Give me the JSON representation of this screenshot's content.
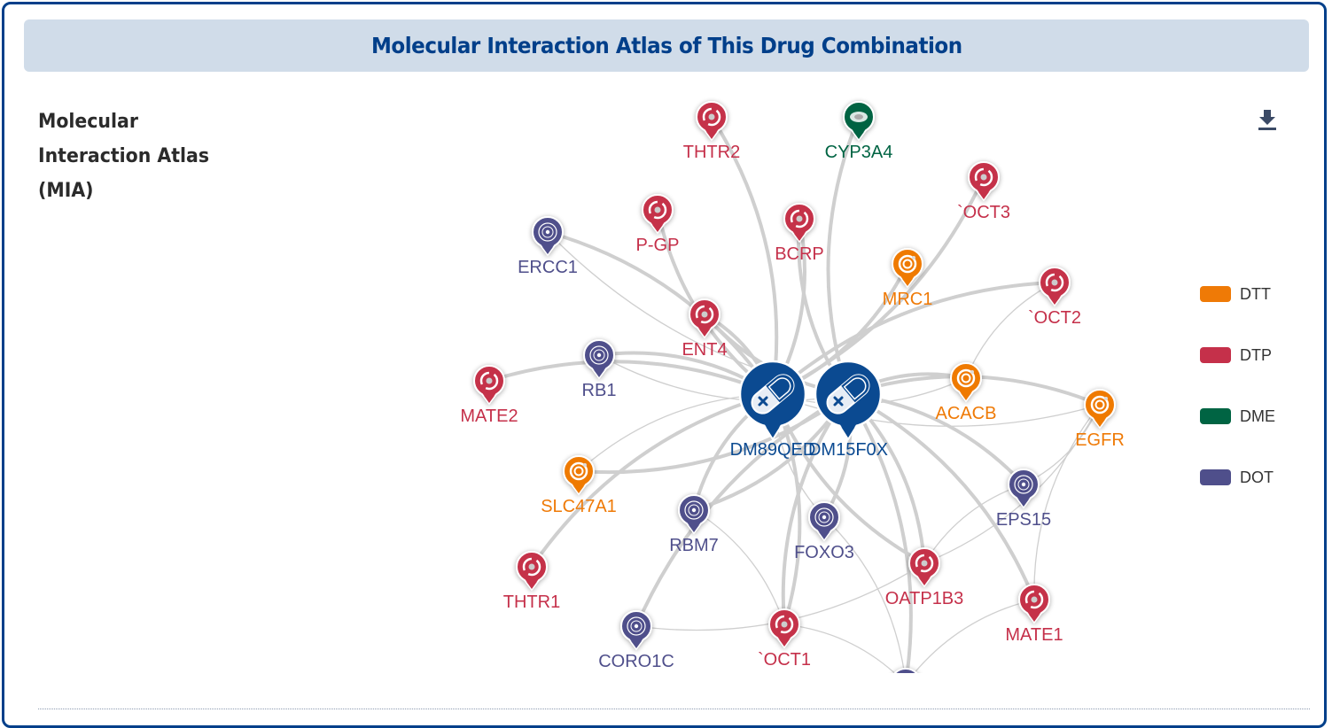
{
  "header": {
    "title": "Molecular Interaction Atlas of This Drug Combination"
  },
  "section": {
    "title": "Molecular Interaction Atlas (MIA)",
    "title_lines": [
      "Molecular",
      "Interaction Atlas",
      "(MIA)"
    ]
  },
  "toolbar": {
    "download_icon": "download-icon"
  },
  "colors": {
    "DTT": "#ef7a06",
    "DTP": "#c5304a",
    "DME": "#006443",
    "DOT": "#4f4f8b",
    "drug": "#0b4a91",
    "edge": "#cfcfcf"
  },
  "legend": [
    {
      "key": "DTT",
      "label": "DTT"
    },
    {
      "key": "DTP",
      "label": "DTP"
    },
    {
      "key": "DME",
      "label": "DME"
    },
    {
      "key": "DOT",
      "label": "DOT"
    }
  ],
  "graph": {
    "drugs": [
      {
        "id": "DM89QED",
        "label": "DM89QED"
      },
      {
        "id": "DM15F0X",
        "label": "DM15F0X"
      }
    ],
    "nodes": [
      {
        "id": "THTR2",
        "label": "THTR2",
        "type": "DTP"
      },
      {
        "id": "CYP3A4",
        "label": "CYP3A4",
        "type": "DME"
      },
      {
        "id": "OCT3",
        "label": "`OCT3",
        "type": "DTP"
      },
      {
        "id": "PGP",
        "label": "P-GP",
        "type": "DTP"
      },
      {
        "id": "BCRP",
        "label": "BCRP",
        "type": "DTP"
      },
      {
        "id": "ERCC1",
        "label": "ERCC1",
        "type": "DOT"
      },
      {
        "id": "MRC1",
        "label": "MRC1",
        "type": "DTT"
      },
      {
        "id": "OCT2",
        "label": "`OCT2",
        "type": "DTP"
      },
      {
        "id": "ENT4",
        "label": "ENT4",
        "type": "DTP"
      },
      {
        "id": "RB1",
        "label": "RB1",
        "type": "DOT"
      },
      {
        "id": "MATE2",
        "label": "MATE2",
        "type": "DTP"
      },
      {
        "id": "ACACB",
        "label": "ACACB",
        "type": "DTT"
      },
      {
        "id": "EGFR",
        "label": "EGFR",
        "type": "DTT"
      },
      {
        "id": "SLC47A1",
        "label": "SLC47A1",
        "type": "DTT"
      },
      {
        "id": "RBM7",
        "label": "RBM7",
        "type": "DOT"
      },
      {
        "id": "FOXO3",
        "label": "FOXO3",
        "type": "DOT"
      },
      {
        "id": "EPS15",
        "label": "EPS15",
        "type": "DOT"
      },
      {
        "id": "THTR1",
        "label": "THTR1",
        "type": "DTP"
      },
      {
        "id": "OATP1B3",
        "label": "OATP1B3",
        "type": "DTP"
      },
      {
        "id": "MATE1",
        "label": "MATE1",
        "type": "DTP"
      },
      {
        "id": "CORO1C",
        "label": "CORO1C",
        "type": "DOT"
      },
      {
        "id": "OCT1",
        "label": "`OCT1",
        "type": "DTP"
      },
      {
        "id": "PARTIAL",
        "label": "",
        "type": "DOT"
      }
    ],
    "edges": [
      {
        "source": "DM89QED",
        "target": "THTR2",
        "weight": "strong"
      },
      {
        "source": "DM15F0X",
        "target": "CYP3A4",
        "weight": "strong"
      },
      {
        "source": "DM89QED",
        "target": "OCT3",
        "weight": "strong"
      },
      {
        "source": "DM89QED",
        "target": "PGP",
        "weight": "strong"
      },
      {
        "source": "DM89QED",
        "target": "BCRP",
        "weight": "strong"
      },
      {
        "source": "DM15F0X",
        "target": "BCRP",
        "weight": "strong"
      },
      {
        "source": "DM89QED",
        "target": "ERCC1",
        "weight": "strong"
      },
      {
        "source": "DM15F0X",
        "target": "ERCC1",
        "weight": "weak"
      },
      {
        "source": "DM89QED",
        "target": "MRC1",
        "weight": "strong"
      },
      {
        "source": "DM89QED",
        "target": "OCT2",
        "weight": "strong"
      },
      {
        "source": "DM89QED",
        "target": "ENT4",
        "weight": "strong"
      },
      {
        "source": "DM15F0X",
        "target": "ENT4",
        "weight": "strong"
      },
      {
        "source": "DM89QED",
        "target": "RB1",
        "weight": "strong"
      },
      {
        "source": "DM15F0X",
        "target": "RB1",
        "weight": "weak"
      },
      {
        "source": "DM89QED",
        "target": "MATE2",
        "weight": "strong"
      },
      {
        "source": "DM15F0X",
        "target": "ACACB",
        "weight": "strong"
      },
      {
        "source": "DM89QED",
        "target": "ACACB",
        "weight": "weak"
      },
      {
        "source": "DM15F0X",
        "target": "EGFR",
        "weight": "strong"
      },
      {
        "source": "DM89QED",
        "target": "EGFR",
        "weight": "weak"
      },
      {
        "source": "DM15F0X",
        "target": "SLC47A1",
        "weight": "strong"
      },
      {
        "source": "DM89QED",
        "target": "SLC47A1",
        "weight": "weak"
      },
      {
        "source": "DM15F0X",
        "target": "RBM7",
        "weight": "strong"
      },
      {
        "source": "DM89QED",
        "target": "RBM7",
        "weight": "strong"
      },
      {
        "source": "DM15F0X",
        "target": "FOXO3",
        "weight": "strong"
      },
      {
        "source": "DM89QED",
        "target": "FOXO3",
        "weight": "weak"
      },
      {
        "source": "DM15F0X",
        "target": "EPS15",
        "weight": "strong"
      },
      {
        "source": "DM89QED",
        "target": "THTR1",
        "weight": "strong"
      },
      {
        "source": "DM15F0X",
        "target": "OATP1B3",
        "weight": "strong"
      },
      {
        "source": "DM89QED",
        "target": "OATP1B3",
        "weight": "strong"
      },
      {
        "source": "DM15F0X",
        "target": "MATE1",
        "weight": "strong"
      },
      {
        "source": "DM15F0X",
        "target": "CORO1C",
        "weight": "strong"
      },
      {
        "source": "DM89QED",
        "target": "OCT1",
        "weight": "strong"
      },
      {
        "source": "DM15F0X",
        "target": "OCT1",
        "weight": "strong"
      },
      {
        "source": "DM15F0X",
        "target": "PARTIAL",
        "weight": "strong"
      },
      {
        "source": "OCT2",
        "target": "ACACB",
        "weight": "weak"
      },
      {
        "source": "EGFR",
        "target": "EPS15",
        "weight": "weak"
      },
      {
        "source": "EGFR",
        "target": "MATE1",
        "weight": "weak"
      },
      {
        "source": "EGFR",
        "target": "OATP1B3",
        "weight": "weak"
      },
      {
        "source": "EPS15",
        "target": "OATP1B3",
        "weight": "weak"
      },
      {
        "source": "RBM7",
        "target": "OCT1",
        "weight": "weak"
      },
      {
        "source": "CORO1C",
        "target": "OATP1B3",
        "weight": "weak"
      },
      {
        "source": "OCT1",
        "target": "PARTIAL",
        "weight": "weak"
      },
      {
        "source": "MATE1",
        "target": "PARTIAL",
        "weight": "weak"
      },
      {
        "source": "FOXO3",
        "target": "PARTIAL",
        "weight": "weak"
      }
    ]
  }
}
